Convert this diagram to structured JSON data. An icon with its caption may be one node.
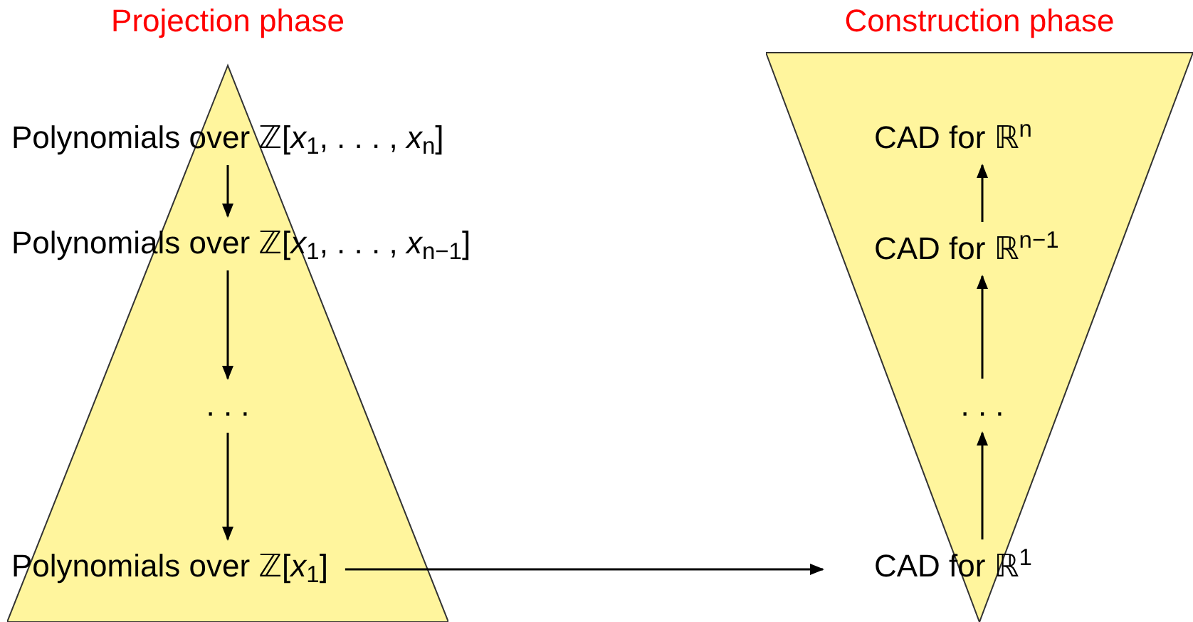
{
  "diagram": {
    "nodes": [
      {
        "text": [
          "Projection phase"
        ]
      },
      {
        "text": [
          "Polynomials over ℤ[*x*$_{1}$, . . . , *x*$_{n}$]"
        ],
        "in": 0
      },
      {
        "text": [
          "Polynomials over ℤ[*x*$_{1}$, . . . , *x*$_{n−1}$]"
        ],
        "in": 0
      },
      {
        "text": [
          ". . ."
        ],
        "in": 0
      },
      {
        "text": [
          "Polynomials over ℤ[*x*$_{1}$]"
        ],
        "in": 0
      },
      {
        "text": [
          "Construction phase"
        ]
      },
      {
        "text": [
          "CAD for ℝ$^{n}$"
        ],
        "in": 5
      },
      {
        "text": [
          "CAD for ℝ$^{n−1}$"
        ],
        "in": 5
      },
      {
        "text": [
          ". . ."
        ],
        "in": 5
      },
      {
        "text": [
          "CAD for ℝ$^{1}$"
        ],
        "in": 5
      }
    ],
    "edges": [
      {
        "from": 1,
        "to": 2,
        "arrow": "to"
      },
      {
        "from": 2,
        "to": 3,
        "arrow": "to"
      },
      {
        "from": 3,
        "to": 4,
        "arrow": "to"
      },
      {
        "from": 4,
        "to": 9,
        "arrow": "to"
      },
      {
        "from": 9,
        "to": 8,
        "arrow": "to"
      },
      {
        "from": 8,
        "to": 7,
        "arrow": "to"
      },
      {
        "from": 7,
        "to": 6,
        "arrow": "to"
      }
    ]
  }
}
